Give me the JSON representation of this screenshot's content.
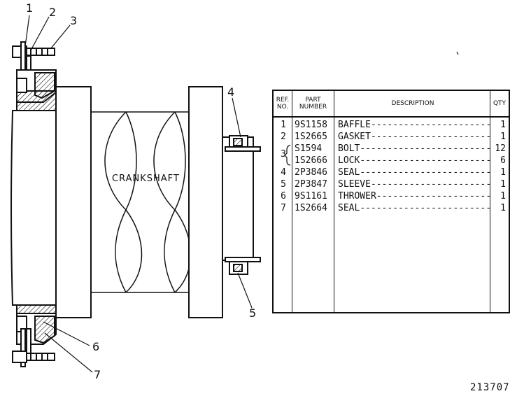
{
  "callouts": {
    "c1": "1",
    "c2": "2",
    "c3": "3",
    "c4": "4",
    "c5": "5",
    "c6": "6",
    "c7": "7"
  },
  "crankshaft_label": "CRANKSHAFT",
  "figure_number": "213707",
  "table": {
    "headers": {
      "ref_no": "REF. NO.",
      "part_number": "PART NUMBER",
      "description": "DESCRIPTION",
      "qty": "QTY"
    },
    "rows": [
      {
        "ref": "1",
        "part": "9S1158",
        "desc": "BAFFLE",
        "qty": "1"
      },
      {
        "ref": "2",
        "part": "1S2665",
        "desc": "GASKET",
        "qty": "1"
      },
      {
        "ref": "3",
        "part": "S1594",
        "desc": "BOLT",
        "qty": "12"
      },
      {
        "ref": "",
        "part": "1S2666",
        "desc": "LOCK",
        "qty": "6"
      },
      {
        "ref": "4",
        "part": "2P3846",
        "desc": "SEAL",
        "qty": "1"
      },
      {
        "ref": "5",
        "part": "2P3847",
        "desc": "SLEEVE",
        "qty": "1"
      },
      {
        "ref": "6",
        "part": "9S1161",
        "desc": "THROWER",
        "qty": "1"
      },
      {
        "ref": "7",
        "part": "1S2664",
        "desc": "SEAL",
        "qty": "1"
      }
    ]
  }
}
